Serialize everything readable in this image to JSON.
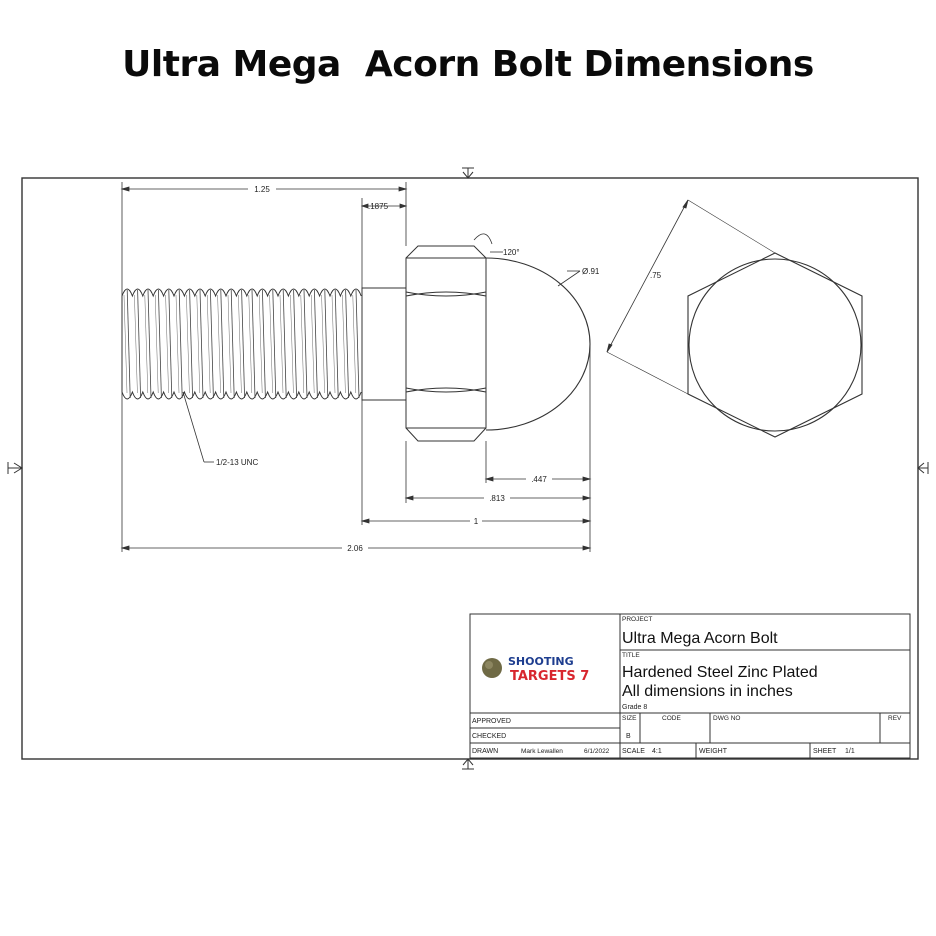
{
  "title": "Ultra Mega  Acorn Bolt Dimensions",
  "dimensions": {
    "overall_length": "2.06",
    "thread_length": "1.25",
    "shank": ".1875",
    "angle": "120°",
    "dome_diameter": "Ø.91",
    "hex_flats": ".75",
    "thread_spec": "1/2-13 UNC",
    "dome_height": ".447",
    "nut_length": ".813",
    "head_length": "1"
  },
  "title_block": {
    "project_label": "PROJECT",
    "project": "Ultra Mega Acorn Bolt",
    "title_label": "TITLE",
    "title_line1": "Hardened Steel Zinc Plated",
    "title_line2": "All dimensions in inches",
    "grade": "Grade 8",
    "approved_label": "APPROVED",
    "checked_label": "CHECKED",
    "drawn_label": "DRAWN",
    "drawn_by": "Mark Lewallen",
    "drawn_date": "6/1/2022",
    "size_label": "SIZE",
    "size": "B",
    "code_label": "CODE",
    "dwg_label": "DWG NO",
    "rev_label": "REV",
    "scale_label": "SCALE",
    "scale": "4:1",
    "weight_label": "WEIGHT",
    "sheet_label": "SHEET",
    "sheet": "1/1",
    "logo_line1": "SHOOTING",
    "logo_line2": "TARGETS 7"
  },
  "colors": {
    "line": "#222222",
    "logo_blue": "#1d3d8f",
    "logo_red": "#d8262e",
    "logo_ball": "#6f6a45"
  }
}
